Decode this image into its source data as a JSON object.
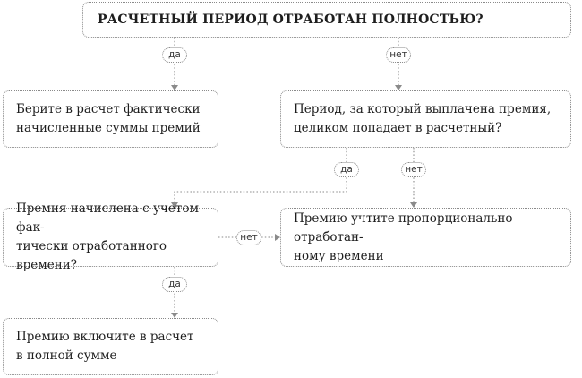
{
  "question_main": "РАСЧЕТНЫЙ ПЕРИОД ОТРАБОТАН ПОЛНОСТЬЮ?",
  "yes_label": "да",
  "no_label": "нет",
  "result_actual": [
    "Берите в расчет фактически",
    "начисленные суммы премий"
  ],
  "question_period": [
    "Период, за который выплачена премия,",
    "целиком попадает в расчетный?"
  ],
  "question_accrued": [
    "Премия начислена с учетом фак-",
    "тически отработанного времени?"
  ],
  "result_proportional": [
    "Премию учтите пропорционально отработан-",
    "ному времени"
  ],
  "result_full": [
    "Премию включите в расчет",
    "в полной сумме"
  ]
}
